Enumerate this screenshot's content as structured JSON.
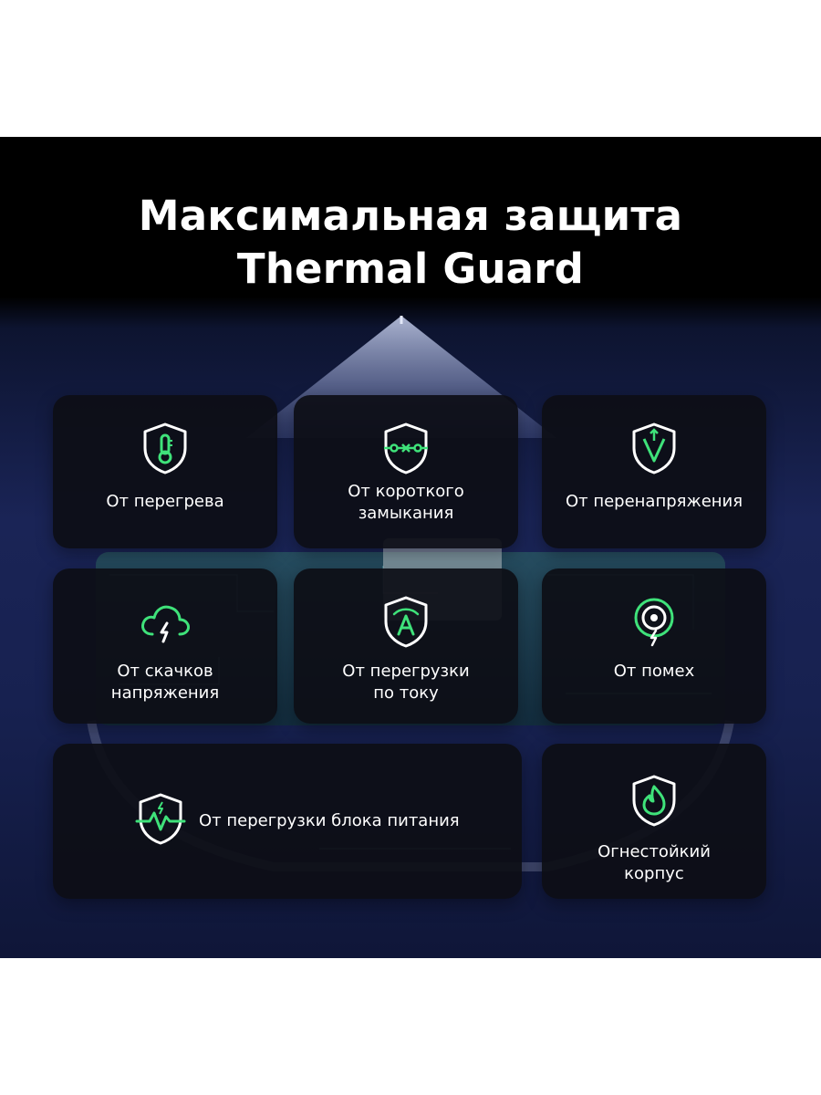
{
  "headline": {
    "line1": "Максимальная защита",
    "line2": "Thermal Guard"
  },
  "colors": {
    "accent_green": "#3fe27a",
    "card_bg": "#0d0e16",
    "panel_top": "#000000",
    "panel_bottom": "#1a2456",
    "text": "#ffffff"
  },
  "cards": [
    {
      "label": "От перегрева",
      "icon": "thermometer-shield-icon"
    },
    {
      "label": "От короткого\nзамыкания",
      "icon": "short-circuit-shield-icon"
    },
    {
      "label": "От перенапряжения",
      "icon": "overvoltage-shield-icon"
    },
    {
      "label": "От скачков\nнапряжения",
      "icon": "cloud-lightning-icon"
    },
    {
      "label": "От перегрузки\nпо току",
      "icon": "current-overload-shield-icon"
    },
    {
      "label": "От помех",
      "icon": "interference-signal-icon"
    },
    {
      "label": "От перегрузки блока питания",
      "icon": "pulse-shield-icon"
    },
    {
      "label": "Огнестойкий\nкорпус",
      "icon": "flame-shield-icon"
    }
  ]
}
